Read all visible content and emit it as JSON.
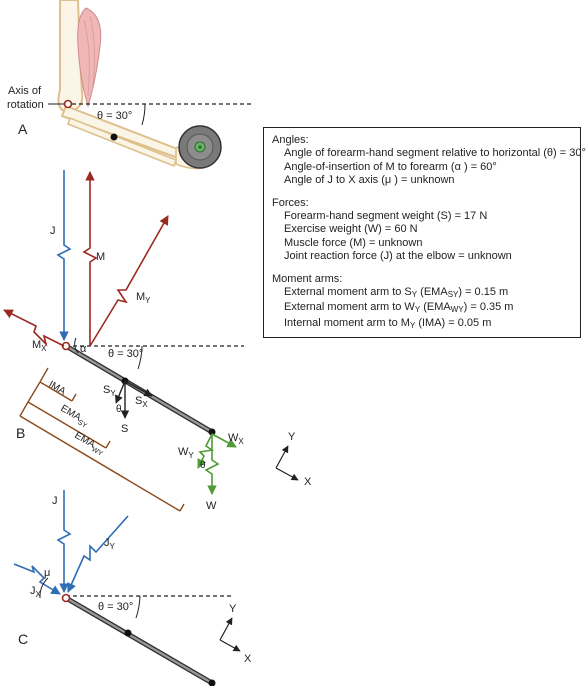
{
  "panel_labels": [
    "A",
    "B",
    "C"
  ],
  "panel_a": {
    "axis_label_line1": "Axis of",
    "axis_label_line2": "rotation",
    "angle_label": "θ = 30°"
  },
  "panel_b": {
    "force_J": "J",
    "force_M": "M",
    "force_MY": "M",
    "force_MY_sub": "Y",
    "force_MX": "M",
    "force_MX_sub": "X",
    "alpha": "α",
    "angle_label": "θ = 30°",
    "S": "S",
    "SY": "S",
    "SY_sub": "Y",
    "SX": "S",
    "SX_sub": "X",
    "theta": "θ",
    "IMA": "IMA",
    "EMA_S": "EMA",
    "EMA_S_sub": "SY",
    "EMA_W": "EMA",
    "EMA_W_sub": "WY",
    "W": "W",
    "WY": "W",
    "WY_sub": "Y",
    "WX": "W",
    "WX_sub": "X",
    "theta_w": "θ"
  },
  "axes_small": {
    "y": "Y",
    "x": "X"
  },
  "panel_c": {
    "J": "J",
    "JY": "J",
    "JY_sub": "Y",
    "JX": "J",
    "JX_sub": "X",
    "mu": "μ",
    "angle_label": "θ = 30°"
  },
  "info_box": {
    "angles_title": "Angles:",
    "angle_1": "Angle of forearm-hand segment relative to horizontal (θ) = 30°",
    "angle_2": "Angle-of-insertion of M to forearm (α ) = 60°",
    "angle_3": "Angle of J to X axis (μ ) = unknown",
    "forces_title": "Forces:",
    "force_1": "Forearm-hand segment weight (S) = 17 N",
    "force_2": "Exercise weight (W) = 60 N",
    "force_3": "Muscle force (M) = unknown",
    "force_4": "Joint reaction force (J) at the elbow = unknown",
    "moment_title": "Moment arms:",
    "moment_1_a": "External moment arm to S",
    "moment_1_sub1": "Y",
    "moment_1_b": " (EMA",
    "moment_1_sub2": "SY",
    "moment_1_c": ") = 0.15 m",
    "moment_2_a": "External moment arm to W",
    "moment_2_sub1": "Y",
    "moment_2_b": " (EMA",
    "moment_2_sub2": "WY",
    "moment_2_c": ") = 0.35 m",
    "moment_3_a": "Internal moment arm to M",
    "moment_3_sub1": "Y",
    "moment_3_b": " (IMA) = 0.05 m"
  },
  "colors": {
    "joint_force": "#2f6db5",
    "muscle_force": "#9b2a22",
    "weight_force": "#4f9a35",
    "moment_arm": "#8b4a1c",
    "bone": "#ddc08a"
  }
}
